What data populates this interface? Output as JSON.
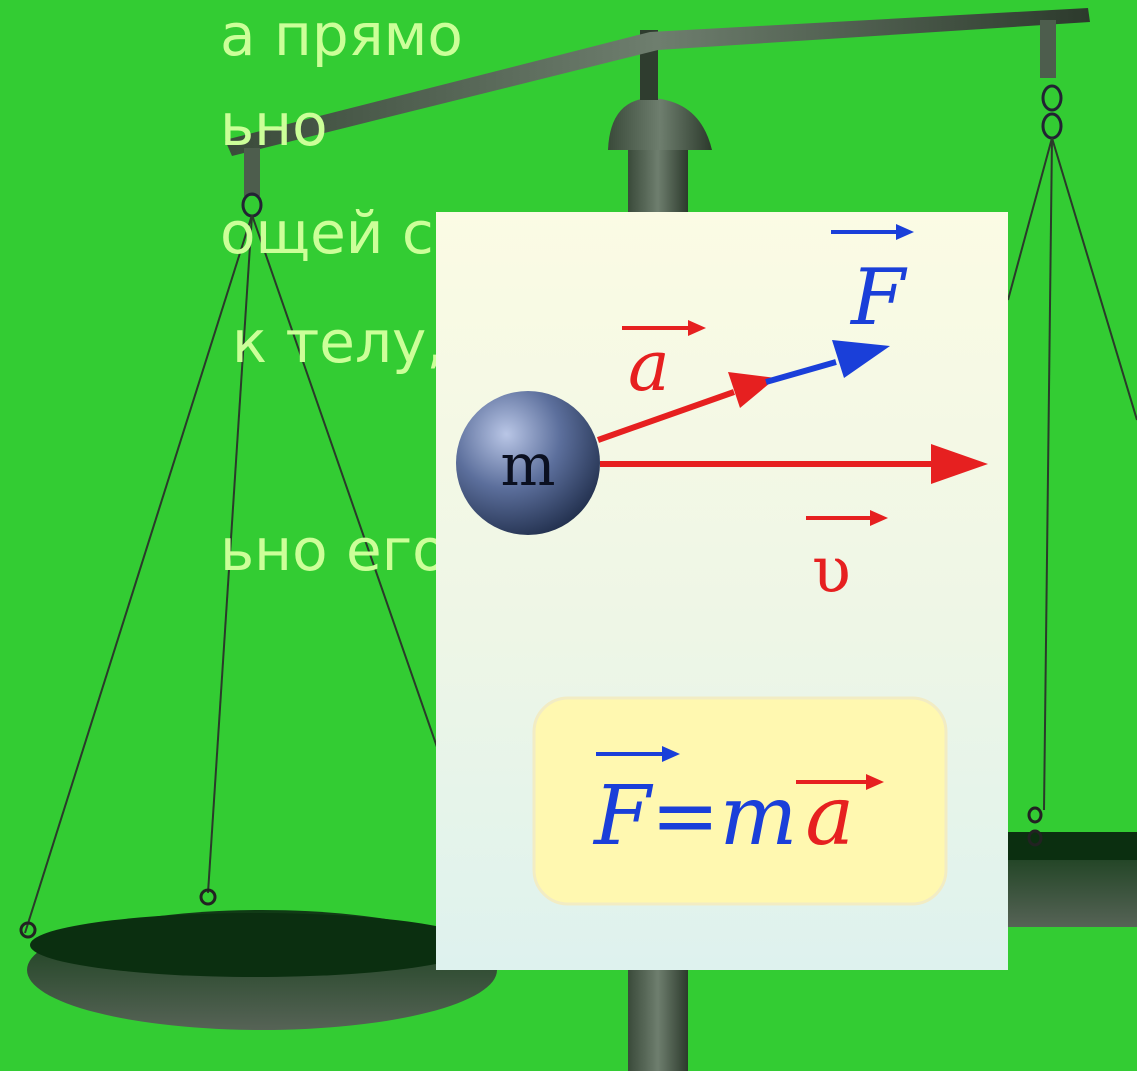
{
  "slide": {
    "text_lines": [
      "а прямо",
      "ьно",
      "ощей сил,",
      "к телу, и",
      "ьно его"
    ]
  },
  "diagram": {
    "mass_label": "m",
    "vector_force": "F",
    "vector_acceleration": "a",
    "vector_velocity": "υ",
    "formula": {
      "left": "F",
      "equals": "=",
      "mass": "m",
      "right": "a"
    }
  },
  "colors": {
    "background": "#33cc33",
    "text": "#ccff99",
    "force": "#1a3fd9",
    "acceleration_velocity": "#e62020",
    "formula_box": "#fff8b0"
  }
}
